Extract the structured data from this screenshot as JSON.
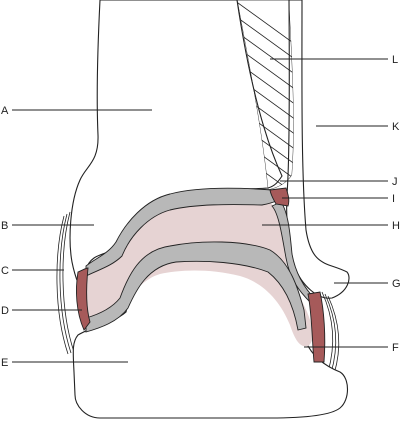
{
  "labels": {
    "a": "A",
    "b": "B",
    "c": "C",
    "d": "D",
    "e": "E",
    "f": "F",
    "g": "G",
    "h": "H",
    "i": "I",
    "j": "J",
    "k": "K",
    "l": "L"
  },
  "colors": {
    "cartilage": "#b8b8b8",
    "synovial": "#e6d3d3",
    "capsule": "#a65a5a",
    "bone": "#ffffff",
    "line": "#222222"
  }
}
